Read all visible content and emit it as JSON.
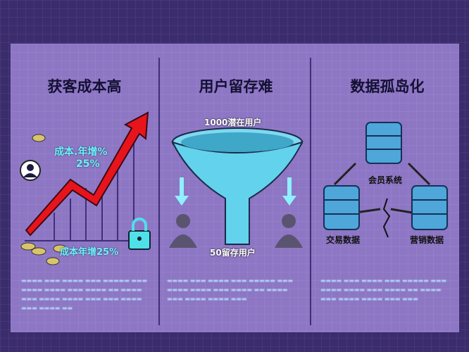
{
  "columns": [
    {
      "title": "获客成本高",
      "label_top": "成本.年增%",
      "label_top_value": "25%",
      "label_bottom": "成本年增25%"
    },
    {
      "title": "用户留存难",
      "label_top": "1000潜在用户",
      "label_bottom": "50留存用户"
    },
    {
      "title": "数据孤岛化",
      "label_center": "会员系统",
      "label_left": "交易数据",
      "label_right": "营销数据"
    }
  ],
  "colors": {
    "background": "#3b2c6e",
    "panel": "#8d76c4",
    "accent": "#6ff0ff",
    "arrow": "#e8141c"
  }
}
